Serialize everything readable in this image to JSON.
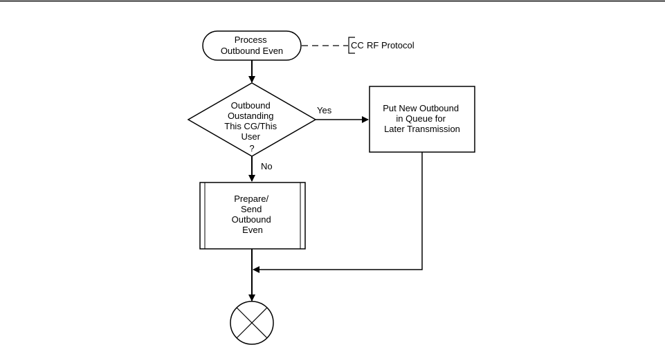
{
  "diagram": {
    "start_node": {
      "lines": [
        "Process",
        "Outbound Even"
      ]
    },
    "annotation": {
      "bracket": "CC",
      "text": "RF Protocol"
    },
    "decision": {
      "lines": [
        "Outbound",
        "Oustanding",
        "This CG/This",
        "User",
        "?"
      ]
    },
    "yes_label": "Yes",
    "no_label": "No",
    "queue_box": {
      "lines": [
        "Put New Outbound",
        "in Queue for",
        "Later Transmission"
      ]
    },
    "process_box": {
      "lines": [
        "Prepare/",
        "Send",
        "Outbound",
        "Even"
      ]
    },
    "end_node": {
      "symbol": "x-circle-icon"
    }
  }
}
